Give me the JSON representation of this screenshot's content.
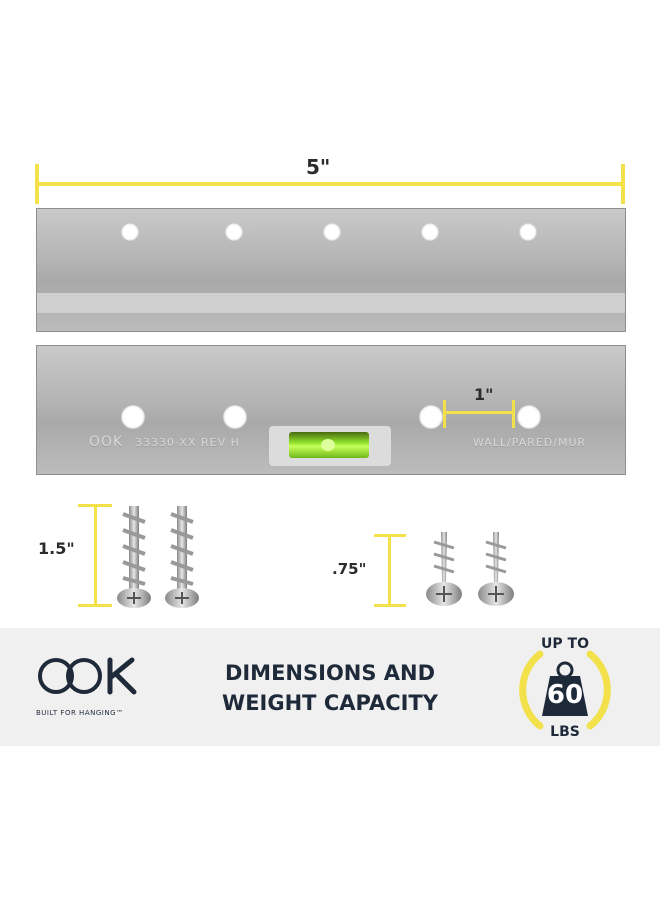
{
  "dimensions": {
    "length_label": "5\"",
    "spacing_label": "1\"",
    "long_screw_label": "1.5\"",
    "short_screw_label": ".75\""
  },
  "cleat": {
    "part_number": "33330-XX REV H",
    "wall_marking": "WALL/PARED/MUR"
  },
  "brand": {
    "logo_text": "OOK",
    "tagline": "BUILT FOR HANGING™"
  },
  "headline": {
    "line1": "DIMENSIONS AND",
    "line2": "WEIGHT CAPACITY"
  },
  "capacity": {
    "prefix": "UP TO",
    "value": "60",
    "unit": "LBS"
  },
  "colors": {
    "accent_yellow": "#f2e14a",
    "navy": "#1e2a3a",
    "cleat_gray": "#b8b8b8",
    "level_green": "#8ee02a"
  }
}
